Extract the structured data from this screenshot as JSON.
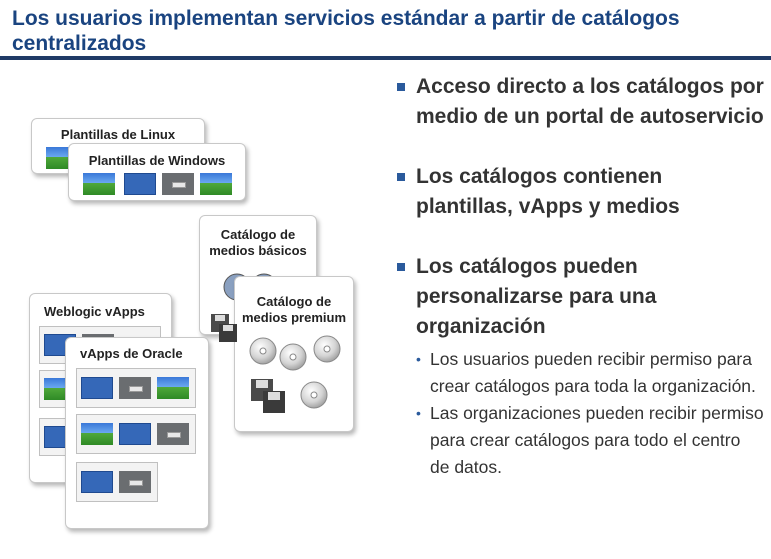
{
  "slide": {
    "title": "Los usuarios implementan servicios estándar a partir de catálogos centralizados"
  },
  "cards": {
    "linux": "Plantillas de Linux",
    "windows": "Plantillas de Windows",
    "medios_basicos": "Catálogo de medios básicos",
    "medios_premium": "Catálogo de medios premium",
    "weblogic": "Weblogic vApps",
    "oracle": "vApps de Oracle"
  },
  "bullets": [
    {
      "text": "Acceso directo a los catálogos por medio de un portal de autoservicio"
    },
    {
      "text": "Los catálogos contienen plantillas, vApps y medios"
    },
    {
      "text": "Los catálogos pueden personalizarse para una organización",
      "sub": [
        "Los usuarios pueden recibir permiso para crear catálogos para toda la organización.",
        "Las organizaciones pueden recibir permiso para crear catálogos para todo el centro de datos."
      ]
    }
  ],
  "icons": [
    "desktop-thumbnail-icon",
    "server-thumbnail-icon",
    "cd-disc-icon",
    "floppy-disks-icon",
    "bullet-square-icon",
    "bullet-dot-icon"
  ],
  "colors": {
    "title": "#1a4480",
    "rule": "#1f3a66",
    "bullet": "#2a5a9c",
    "text": "#333333"
  }
}
